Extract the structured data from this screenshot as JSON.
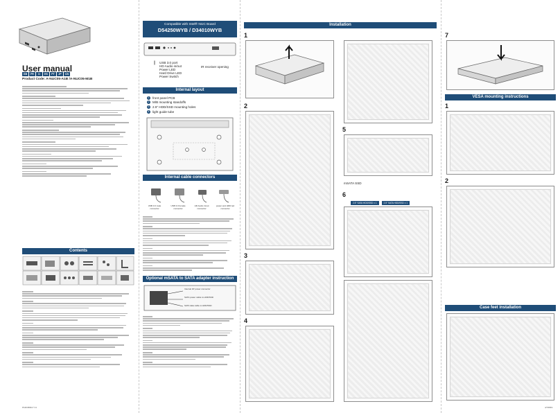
{
  "panel1": {
    "title": "User manual",
    "languages": [
      "GB",
      "FR",
      "D",
      "ES",
      "PT",
      "JP",
      "CN"
    ],
    "product_code": "Product Code: A-NUC05-A1B /A-NUC05-M1B",
    "contents_title": "Contents",
    "footer_left": "P1M1B0317 V1"
  },
  "panel2": {
    "compat_line1": "Compatible with Intel® NUC Board",
    "compat_line2": "D54250WYB / D34010WYB",
    "port_labels": [
      "USB 3.0 port",
      "HD Audio in/out",
      "Power LED",
      "Hard Drive LED",
      "Power Switch"
    ],
    "ir_label": "IR receiver opening",
    "internal_layout_title": "Internal layout",
    "internal_layout_items": [
      "front panel PCB",
      "M/B mounting standoffs",
      "2.5\" HDD/SSD mounting holes",
      "light guide tube"
    ],
    "cable_title": "Internal cable connectors",
    "cable_labels": [
      "USB 3.0 male connector",
      "USB 3.0 female connector",
      "HD Audio in/out connector",
      "power and HDD led connector"
    ],
    "msata_title": "Optional mSATA to SATA adapter instruction",
    "msata_labels": [
      "Internal 4P power connector",
      "SATA power cable to HDD/SSD",
      "SATA data cable to HDD/SSD"
    ]
  },
  "panel3": {
    "title": "Installation",
    "steps": [
      "1",
      "2",
      "3",
      "4",
      "5",
      "6"
    ],
    "msata_ssd_label": "mSATA SSD",
    "sata_labels": [
      "2.5\" SATA HDD/SSD x 1",
      "2.5\" SATA HDD/SSD x 1"
    ]
  },
  "panel4": {
    "step": "7",
    "vesa_title": "VESA mounting instructions",
    "vesa_steps": [
      "1",
      "2"
    ],
    "feet_title": "Case feet installation",
    "footer_right": "4/7/8/9/1"
  },
  "colors": {
    "accent": "#1f4d78"
  }
}
